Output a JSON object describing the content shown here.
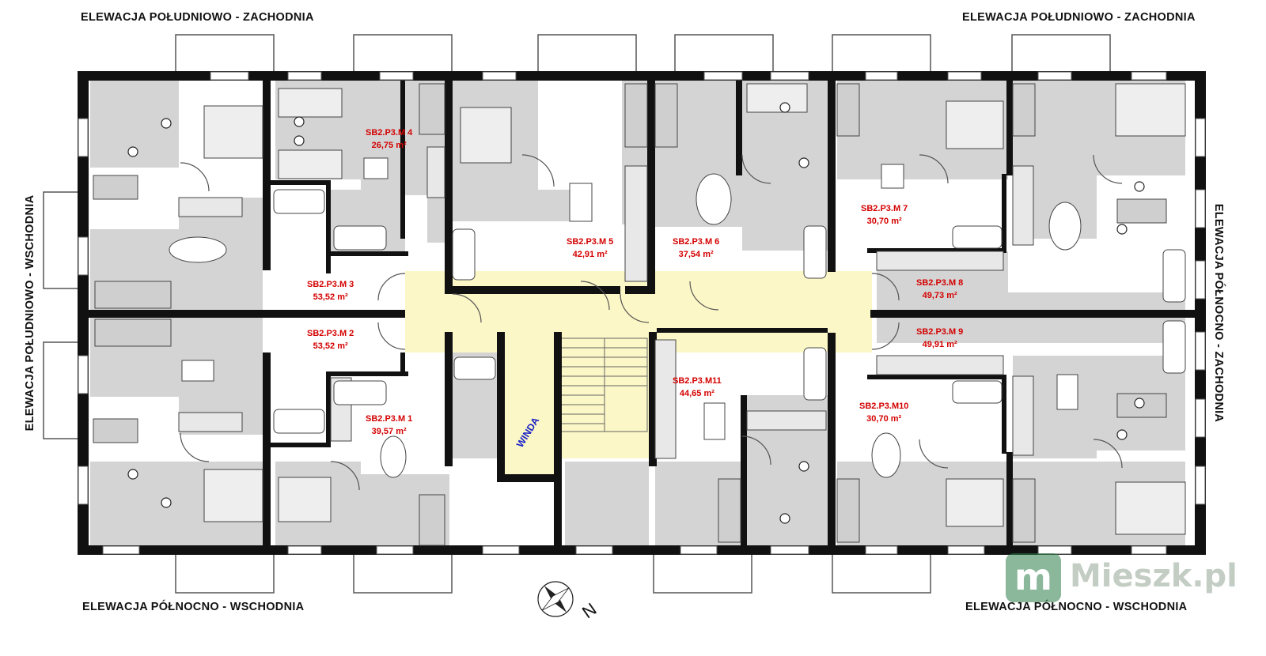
{
  "elevations": {
    "top_left": "ELEWACJA POŁUDNIOWO - ZACHODNIA",
    "top_right": "ELEWACJA POŁUDNIOWO - ZACHODNIA",
    "bottom_left": "ELEWACJA PÓŁNOCNO - WSCHODNIA",
    "bottom_right": "ELEWACJA PÓŁNOCNO - WSCHODNIA",
    "left_side": "ELEWACJA POŁUDNIOWO - WSCHODNIA",
    "right_side": "ELEWACJA PÓŁNOCNO - ZACHODNIA"
  },
  "units": [
    {
      "id": "SB2.P3.M 1",
      "area": "39,57 m²"
    },
    {
      "id": "SB2.P3.M 2",
      "area": "53,52 m²"
    },
    {
      "id": "SB2.P3.M 3",
      "area": "53,52 m²"
    },
    {
      "id": "SB2.P3.M 4",
      "area": "26,75 m²"
    },
    {
      "id": "SB2.P3.M 5",
      "area": "42,91 m²"
    },
    {
      "id": "SB2.P3.M 6",
      "area": "37,54 m²"
    },
    {
      "id": "SB2.P3.M 7",
      "area": "30,70 m²"
    },
    {
      "id": "SB2.P3.M 8",
      "area": "49,73 m²"
    },
    {
      "id": "SB2.P3.M 9",
      "area": "49,91 m²"
    },
    {
      "id": "SB2.P3.M10",
      "area": "30,70 m²"
    },
    {
      "id": "SB2.P3.M11",
      "area": "44,65 m²"
    }
  ],
  "elevator_label": "WINDA",
  "compass_label": "N",
  "watermark": {
    "mark": "m",
    "text": "Mieszk.pl"
  },
  "colors": {
    "wall": "#111111",
    "room_fill": "#d4d4d4",
    "corridor": "#fcf7c6",
    "label": "#d40000",
    "elevator_label": "#1a22c8"
  }
}
